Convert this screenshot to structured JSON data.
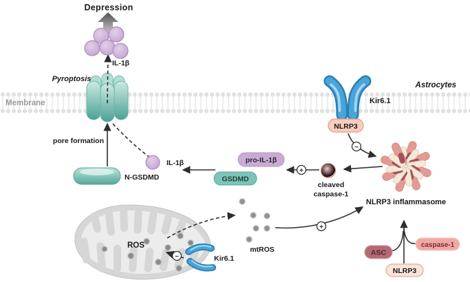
{
  "diagram": {
    "outcome": {
      "label": "Depression"
    },
    "extracellular": {
      "il1b_label": "IL-1β"
    },
    "membrane": {
      "label": "Membrane",
      "pyroptosis_label": "Pyroptosis",
      "astrocytes_label": "Astrocytes",
      "channel_label": "Kir6.1",
      "receptor_label": "NLRP3"
    },
    "cytosol": {
      "pore_formation_label": "pore formation",
      "n_gsdmd_label": "N-GSDMD",
      "il1b_label": "IL-1β",
      "gsdmd_label": "GSDMD",
      "pro_il1b_label": "pro-IL-1β",
      "cleaved_caspase1_line1": "cleaved",
      "cleaved_caspase1_line2": "caspase-1",
      "inflammasome_label": "NLRP3 inflammasome"
    },
    "mitochondrion": {
      "ros_label": "ROS",
      "channel_label": "Kir6.1",
      "mtros_label": "mtROS"
    },
    "assembly": {
      "asc_label": "ASC",
      "caspase1_label": "caspase-1",
      "nlrp3_label": "NLRP3"
    }
  },
  "signs": {
    "activation": "+",
    "inhibition": "−"
  },
  "colors": {
    "teal_pill": "#7dc4b8",
    "purple_pill": "#c9abd4",
    "receptor_pill": "#f9cdbd",
    "asc_pill": "#b26b74",
    "caspase1_pill": "#f0a8a3",
    "nlrp3_pill": "#fbe4da",
    "membrane_gray": "#e3e3e3",
    "text_gray": "#9a9a9a",
    "arrow_dark": "#2e2e2e",
    "blue_channel": "#4aa4da",
    "salmon_rod": "#e29a93",
    "dark_red_rod": "#a5515b",
    "cream_rod": "#f6e8d9"
  }
}
